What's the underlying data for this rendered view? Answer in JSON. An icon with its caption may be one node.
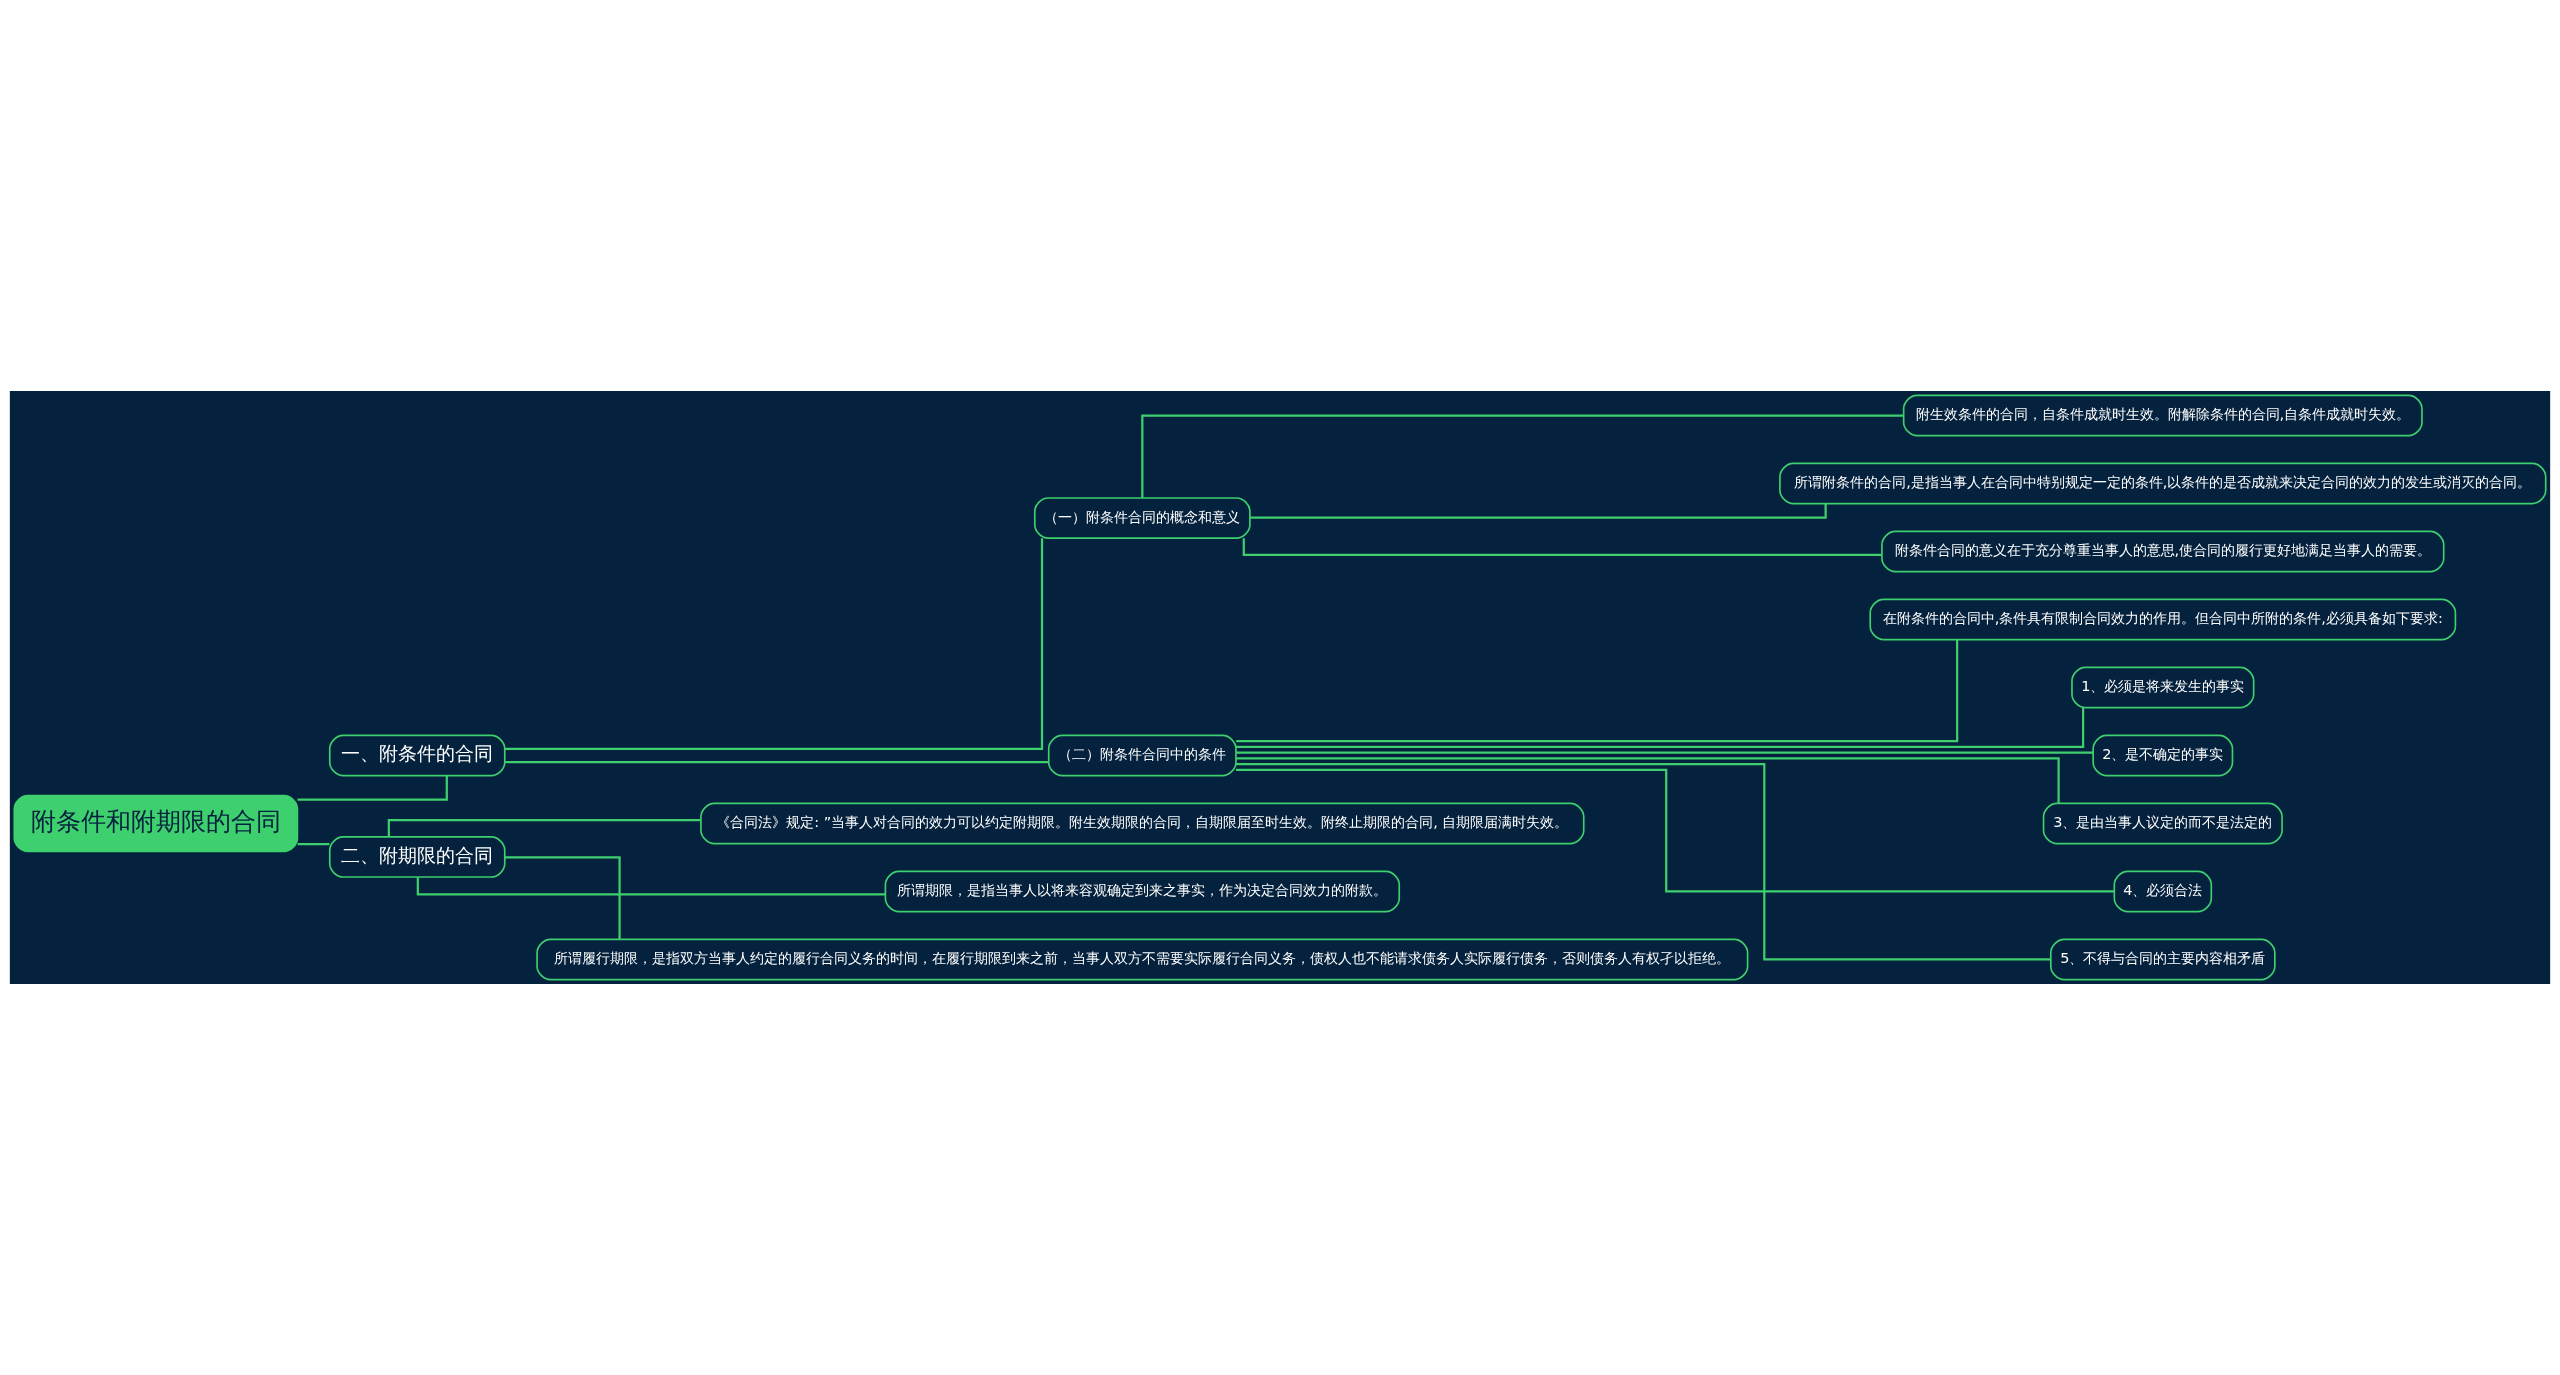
{
  "diagram": {
    "nodes": [
      {
        "text": [
          "附条件和附期限的合同"
        ]
      },
      {
        "text": [
          "一、附条件的合同"
        ]
      },
      {
        "text": [
          "（一）附条件合同的概念和意义"
        ]
      },
      {
        "text": [
          "附生效条件的合同，自条件成就时生效。附解除条件的合同,自条件成就时失效。"
        ]
      },
      {
        "text": [
          "所谓附条件的合同,是指当事人在合同中特别规定一定的条件,以条件的是否成就来决定合同的效力的发生或消灭的合同。"
        ]
      },
      {
        "text": [
          "附条件合同的意义在于充分尊重当事人的意思,使合同的履行更好地满足当事人的需要。"
        ]
      },
      {
        "text": [
          "（二）附条件合同中的条件"
        ]
      },
      {
        "text": [
          "在附条件的合同中,条件具有限制合同效力的作用。但合同中所附的条件,必须具备如下要求:"
        ]
      },
      {
        "text": [
          "1、必须是将来发生的事实"
        ]
      },
      {
        "text": [
          "2、是不确定的事实"
        ]
      },
      {
        "text": [
          "3、是由当事人议定的而不是法定的"
        ]
      },
      {
        "text": [
          "4、必须合法"
        ]
      },
      {
        "text": [
          "5、不得与合同的主要内容相矛盾"
        ]
      },
      {
        "text": [
          "二、附期限的合同"
        ]
      },
      {
        "text": [
          "《合同法》规定: ”当事人对合同的效力可以约定附期限。附生效期限的合同，自期限届至时生效。附终止期限的合同, 自期限届满时失效。"
        ]
      },
      {
        "text": [
          "所谓期限，是指当事人以将来容观确定到来之事实，作为决定合同效力的附款。"
        ]
      },
      {
        "text": [
          "所谓履行期限，是指双方当事人约定的履行合同义务的时间，在履行期限到来之前，当事人双方不需要实际履行合同义务，债权人也不能请求债务人实际履行债务，否则债务人有权孑以拒绝。"
        ]
      }
    ],
    "edges": [
      {
        "from": 0,
        "to": 1,
        "arrow": "none"
      },
      {
        "from": 1,
        "to": 2,
        "arrow": "none"
      },
      {
        "from": 2,
        "to": 3,
        "arrow": "none"
      },
      {
        "from": 2,
        "to": 4,
        "arrow": "none"
      },
      {
        "from": 2,
        "to": 5,
        "arrow": "none"
      },
      {
        "from": 1,
        "to": 6,
        "arrow": "none"
      },
      {
        "from": 6,
        "to": 7,
        "arrow": "none"
      },
      {
        "from": 6,
        "to": 8,
        "arrow": "none"
      },
      {
        "from": 6,
        "to": 9,
        "arrow": "none"
      },
      {
        "from": 6,
        "to": 10,
        "arrow": "none"
      },
      {
        "from": 6,
        "to": 11,
        "arrow": "none"
      },
      {
        "from": 6,
        "to": 12,
        "arrow": "none"
      },
      {
        "from": 0,
        "to": 13,
        "arrow": "none"
      },
      {
        "from": 13,
        "to": 14,
        "arrow": "none"
      },
      {
        "from": 13,
        "to": 15,
        "arrow": "none"
      },
      {
        "from": 13,
        "to": 16,
        "arrow": "none"
      }
    ]
  }
}
